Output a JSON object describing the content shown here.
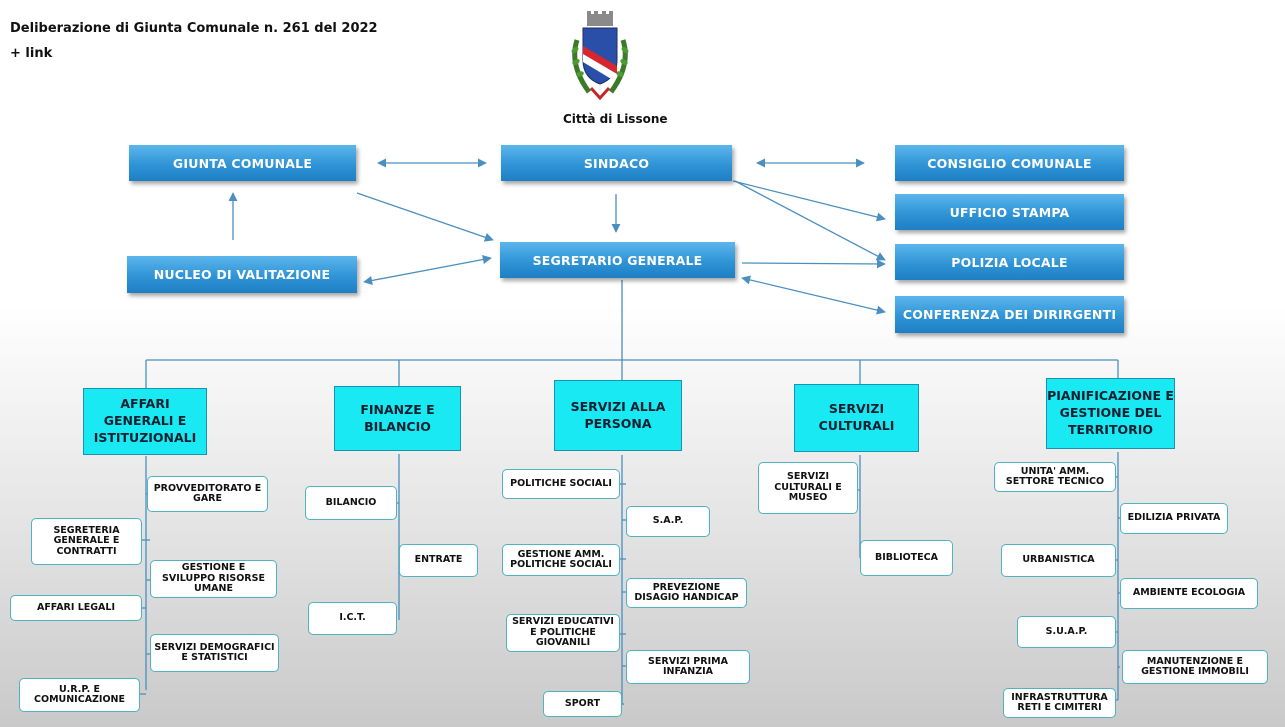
{
  "header": {
    "title": "Deliberazione di Giunta Comunale n. 261 del 2022",
    "link": "+ link",
    "city": "Città di Lissone"
  },
  "top": {
    "giunta": "GIUNTA COMUNALE",
    "sindaco": "SINDACO",
    "consiglio": "CONSIGLIO COMUNALE",
    "ufficio_stampa": "UFFICIO STAMPA",
    "nucleo": "NUCLEO DI VALITAZIONE",
    "segretario": "SEGRETARIO GENERALE",
    "polizia": "POLIZIA LOCALE",
    "conferenza": "CONFERENZA DEI DIRIRGENTI"
  },
  "areas": {
    "affari": "AFFARI GENERALI E ISTITUZIONALI",
    "finanze": "FINANZE E BILANCIO",
    "persona": "SERVIZI ALLA PERSONA",
    "culturali": "SERVIZI CULTURALI",
    "territorio": "PIANIFICAZIONE E GESTIONE DEL TERRITORIO"
  },
  "units": {
    "affari": {
      "provveditorato": "PROVVEDITORATO E GARE",
      "segreteria": "SEGRETERIA GENERALE E CONTRATTI",
      "gestione_risorse": "GESTIONE E SVILUPPO RISORSE UMANE",
      "affari_legali": "AFFARI LEGALI",
      "demografici": "SERVIZI DEMOGRAFICI E STATISTICI",
      "urp": "U.R.P. E COMUNICAZIONE"
    },
    "finanze": {
      "bilancio": "BILANCIO",
      "entrate": "ENTRATE",
      "ict": "I.C.T."
    },
    "persona": {
      "politiche_sociali": "POLITICHE SOCIALI",
      "sap": "S.A.P.",
      "gestione_amm": "GESTIONE AMM. POLITICHE SOCIALI",
      "prevenzione": "PREVEZIONE DISAGIO HANDICAP",
      "educativi": "SERVIZI EDUCATIVI E POLITICHE GIOVANILI",
      "prima_infanzia": "SERVIZI PRIMA INFANZIA",
      "sport": "SPORT"
    },
    "culturali": {
      "museo": "SERVIZI CULTURALI E MUSEO",
      "biblioteca": "BIBLIOTECA"
    },
    "territorio": {
      "unita_amm": "UNITA' AMM. SETTORE TECNICO",
      "edilizia": "EDILIZIA PRIVATA",
      "urbanistica": "URBANISTICA",
      "ambiente": "AMBIENTE ECOLOGIA",
      "suap": "S.U.A.P.",
      "manutenzione": "MANUTENZIONE E GESTIONE IMMOBILI",
      "infrastruttura": "INFRASTRUTTURA RETI E CIMITERI"
    }
  },
  "colors": {
    "top_box": "#2f94d6",
    "area_box": "#19e9f2",
    "unit_border": "#4fb3c2",
    "connector": "#4a8fbf"
  }
}
